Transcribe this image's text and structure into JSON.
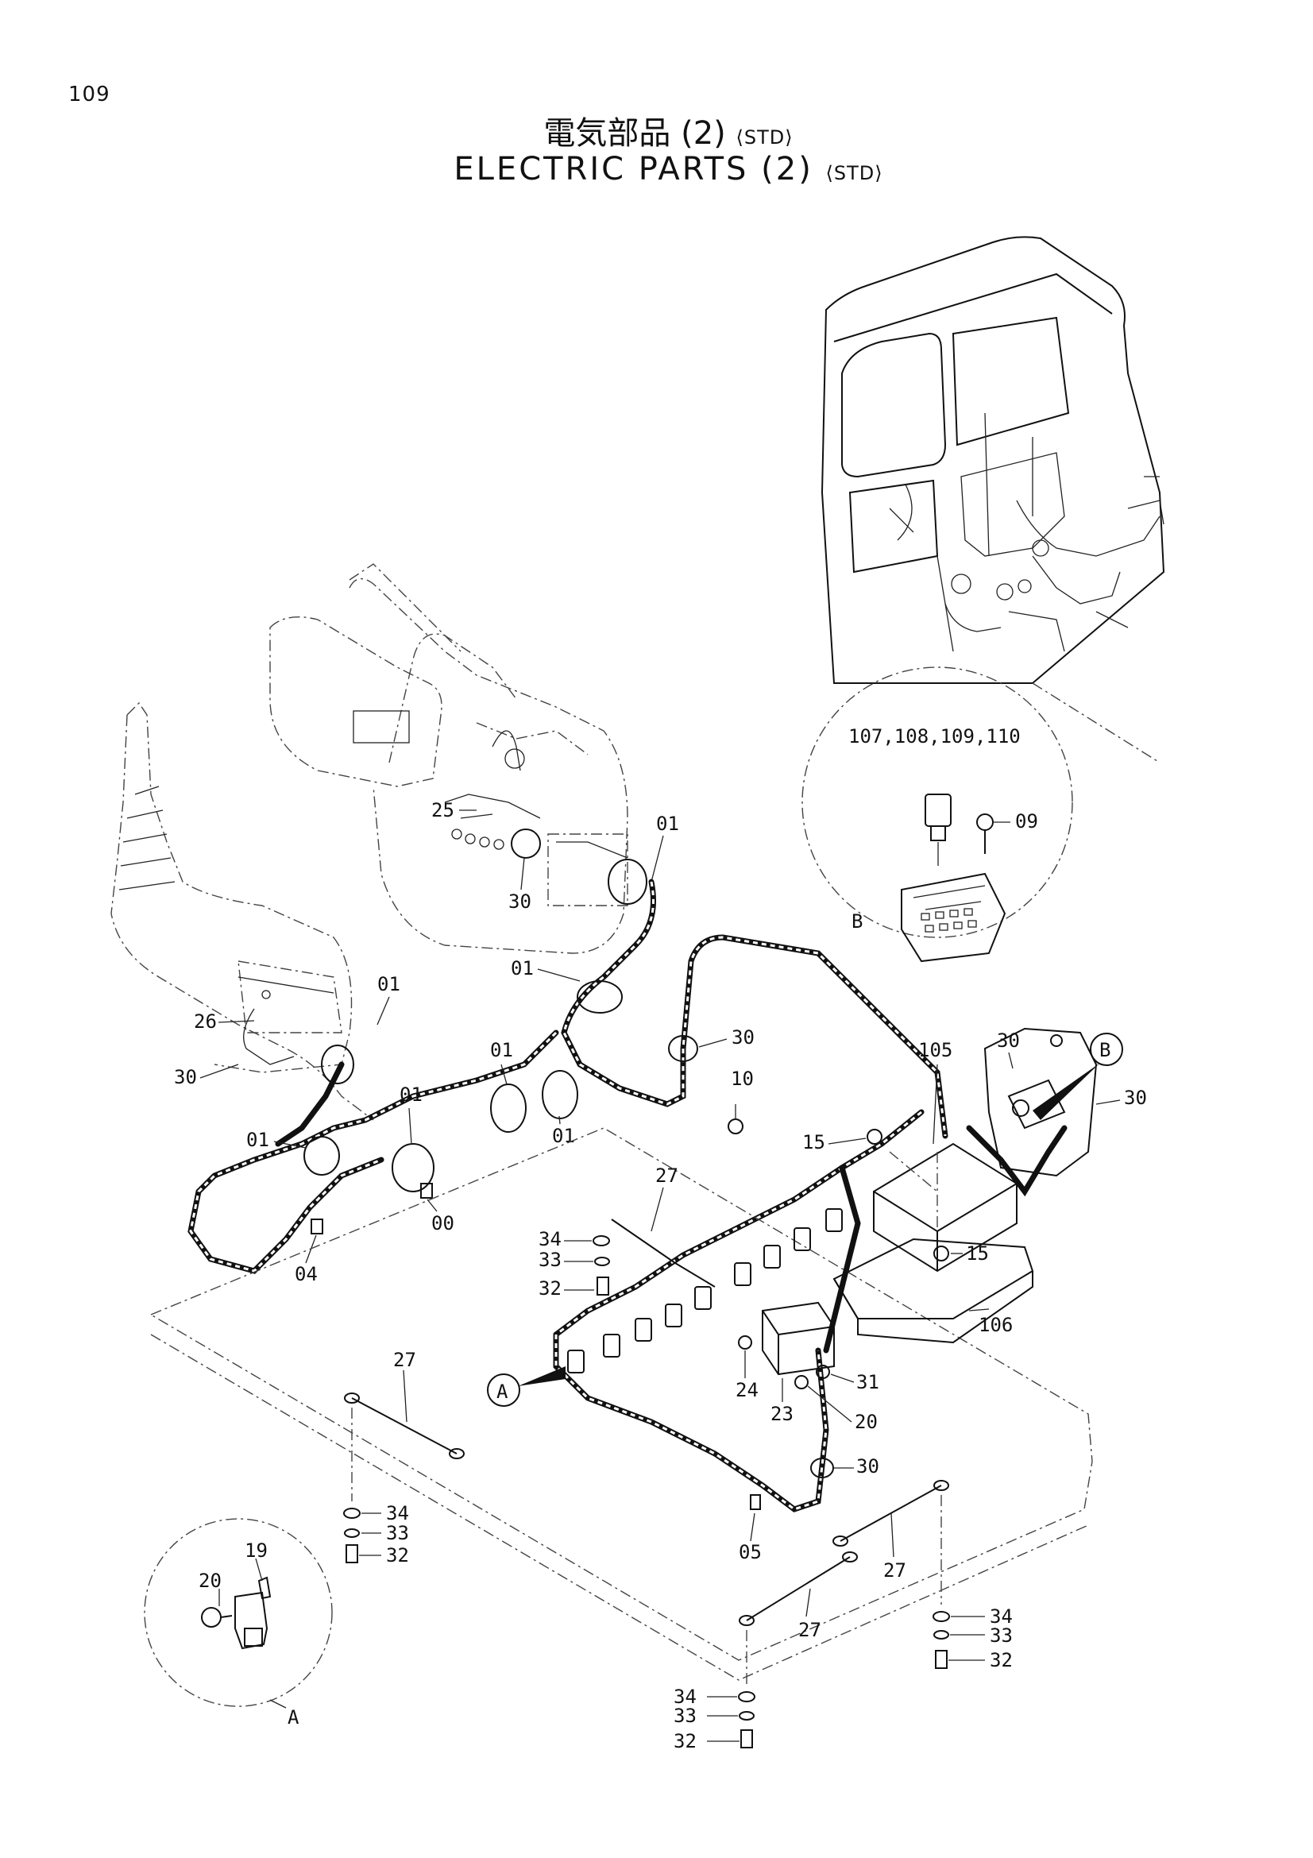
{
  "page_number": "109",
  "title": {
    "jp": "電気部品 (2)",
    "en": "ELECTRIC PARTS (2)",
    "suffix": "⟨STD⟩"
  },
  "callouts": {
    "detail_b_parts": "107,108,109,110",
    "c09": "09",
    "detail_b_label": "B",
    "c25": "25",
    "c01_a": "01",
    "c30_a": "30",
    "c01_b": "01",
    "c01_c": "01",
    "c26": "26",
    "c30_b": "30",
    "c30_c": "30",
    "c01_d": "01",
    "c01_e": "01",
    "c01_f": "01",
    "c01_g": "01",
    "c00": "00",
    "c04": "04",
    "c10": "10",
    "c105": "105",
    "c30_d": "30",
    "marker_b": "B",
    "c30_e": "30",
    "c15_a": "15",
    "c27_a": "27",
    "c34_a": "34",
    "c33_a": "33",
    "c32_a": "32",
    "c15_b": "15",
    "c106": "106",
    "marker_a": "A",
    "c24": "24",
    "c23": "23",
    "c31": "31",
    "c20_a": "20",
    "c30_f": "30",
    "c27_b": "27",
    "c34_b": "34",
    "c33_b": "33",
    "c32_b": "32",
    "c05": "05",
    "c27_c": "27",
    "c27_d": "27",
    "c34_c": "34",
    "c33_c": "33",
    "c32_c": "32",
    "c34_d": "34",
    "c33_d": "33",
    "c32_d": "32",
    "detail_a_label": "A",
    "c20_b": "20",
    "c19": "19"
  }
}
